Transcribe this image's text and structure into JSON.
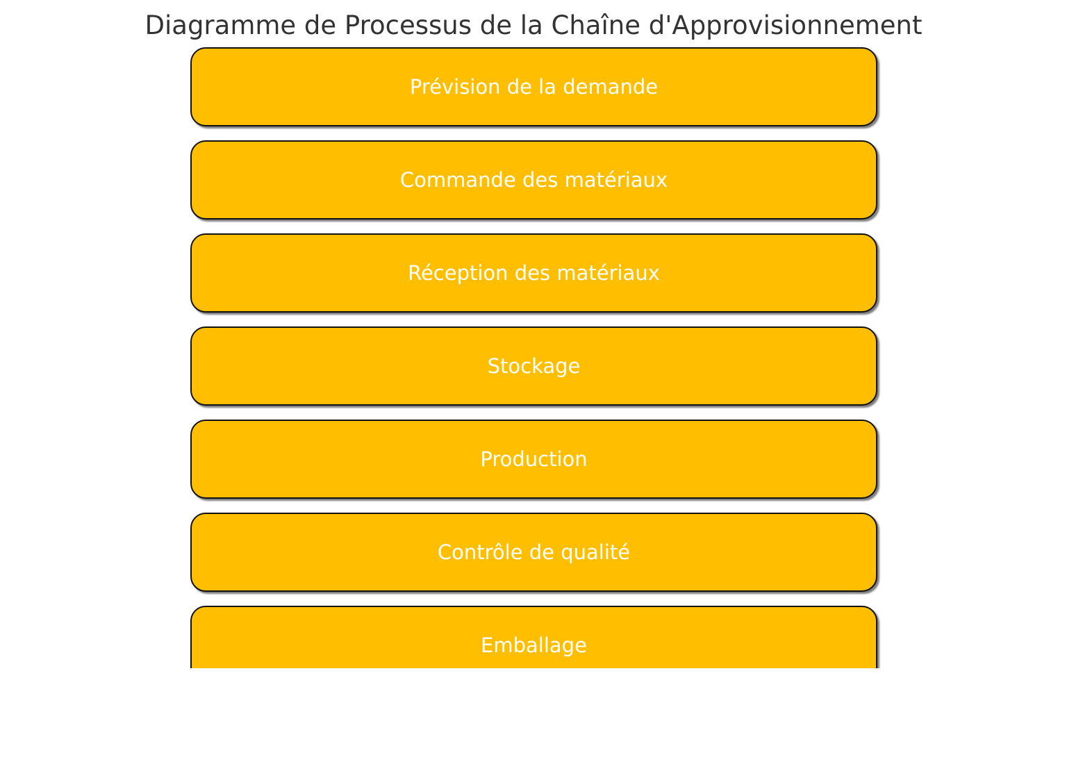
{
  "figure": {
    "title": "Diagramme de Processus de la Chaîne d'Approvisionnement",
    "background_color": "#ffffff",
    "title_color": "#333333"
  },
  "chart_data": {
    "type": "diagram",
    "diagram_kind": "vertical-flowchart",
    "title": "Diagramme de Processus de la Chaîne d'Approvisionnement",
    "xlabel": "",
    "ylabel": "",
    "grid": false,
    "legend": false,
    "node_fill_color": "#FFBF00",
    "node_border_color": "#111111",
    "node_text_color": "#ffffff",
    "node_count": 7,
    "orientation": "top-to-bottom",
    "last_node_clipped": true,
    "categories": [
      "Prévision de la demande",
      "Commande des matériaux",
      "Réception des matériaux",
      "Stockage",
      "Production",
      "Contrôle de qualité",
      "Emballage"
    ],
    "nodes": [
      {
        "order": 1,
        "label": "Prévision de la demande"
      },
      {
        "order": 2,
        "label": "Commande des matériaux"
      },
      {
        "order": 3,
        "label": "Réception des matériaux"
      },
      {
        "order": 4,
        "label": "Stockage"
      },
      {
        "order": 5,
        "label": "Production"
      },
      {
        "order": 6,
        "label": "Contrôle de qualité"
      },
      {
        "order": 7,
        "label": "Emballage"
      }
    ]
  }
}
